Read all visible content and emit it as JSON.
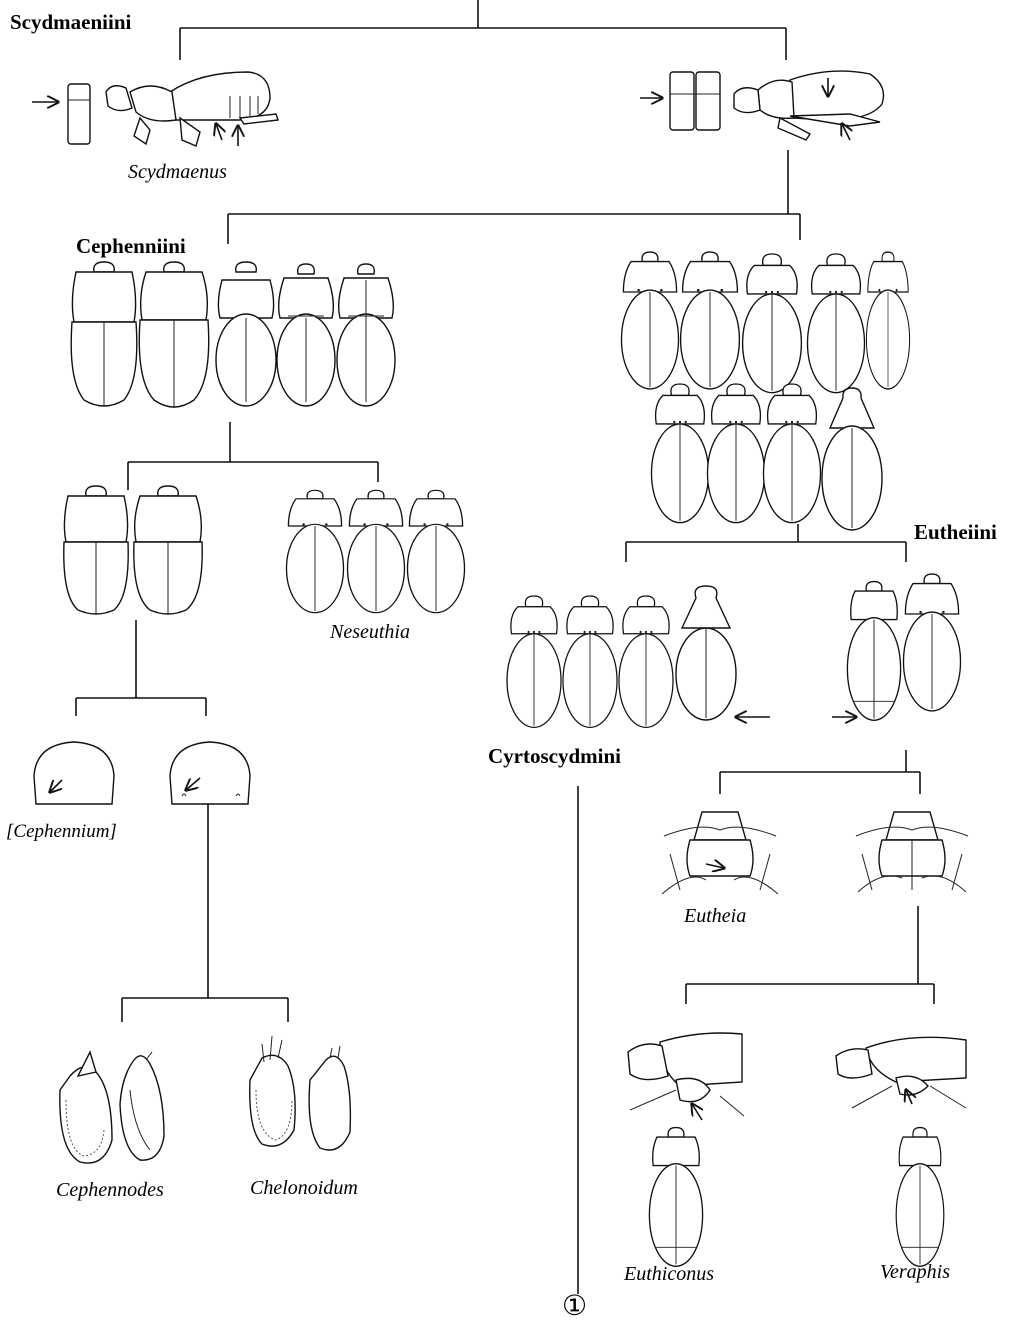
{
  "tribes": {
    "scydmaeniini": "Scydmaeniini",
    "cephenniini": "Cephenniini",
    "eutheiini": "Eutheiini",
    "cyrtoscydmini": "Cyrtoscydmini"
  },
  "genera": {
    "scydmaenus": "Scydmaenus",
    "neseuthia": "Neseuthia",
    "cephennium": "[Cephennium]",
    "cephennodes": "Cephennodes",
    "chelonoidum": "Chelonoidum",
    "eutheia": "Eutheia",
    "euthiconus": "Euthiconus",
    "veraphis": "Veraphis"
  },
  "figure_number": "①",
  "colors": {
    "line": "#111111",
    "background": "#ffffff"
  }
}
